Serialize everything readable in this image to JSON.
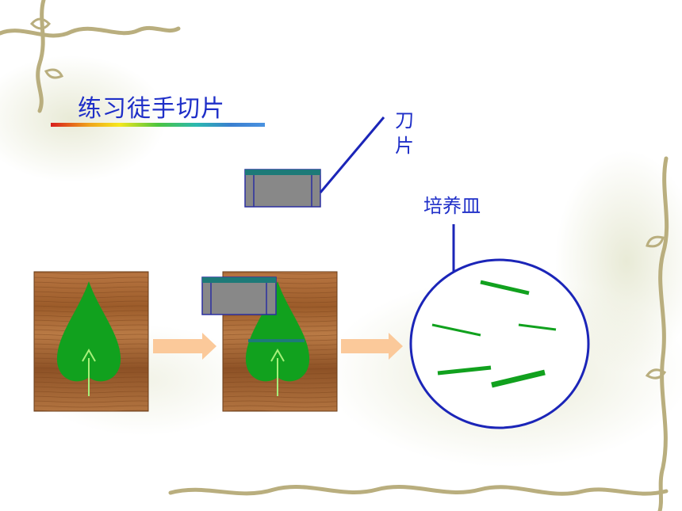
{
  "slide": {
    "title": "练习徒手切片",
    "label_blade": "刀片",
    "label_petri_dish": "培养皿"
  },
  "colors": {
    "title_text": "#1f2fc8",
    "label_text": "#1f2fc8",
    "leaf_green": "#11a11e",
    "blade_body": "#888888",
    "blade_edge": "#1d7a78",
    "wood": "#a0632e",
    "arrow": "#fbc99a",
    "dish_outline": "#1b25b8",
    "vine": "#b9ae7e"
  },
  "icons": [
    "blade-icon",
    "leaf-icon",
    "petri-dish-icon",
    "right-arrow-icon",
    "vine-border-icon"
  ]
}
